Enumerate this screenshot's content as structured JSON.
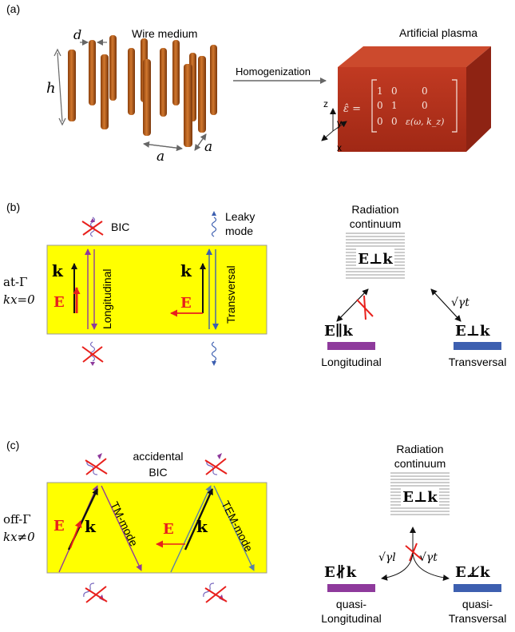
{
  "panel_a": {
    "label": "(a)",
    "wire_medium": "Wire medium",
    "d": "d",
    "h": "h",
    "a": "a",
    "homogenization": "Homogenization",
    "artificial_plasma": "Artificial plasma",
    "eps_hat": "ε̂ =",
    "matrix_row1": [
      "1",
      "0",
      "0"
    ],
    "matrix_row2": [
      "0",
      "1",
      "0"
    ],
    "matrix_row3": [
      "0",
      "0",
      "ε(ω, k_z)"
    ],
    "axis_x": "x",
    "axis_y": "y",
    "axis_z": "z",
    "colors": {
      "wire": "#c06520",
      "cube_front": "#b5301c",
      "cube_top": "#c94a2c",
      "cube_side": "#8e2313"
    }
  },
  "panel_b": {
    "label": "(b)",
    "bic": "BIC",
    "leaky_1": "Leaky",
    "leaky_2": "mode",
    "side_1": "at-Γ",
    "side_2": "kx=0",
    "k": "k",
    "E": "E",
    "longitudinal_vertical": "Longitudinal",
    "transversal_vertical": "Transversal",
    "radiation_1": "Radiation",
    "radiation_2": "continuum",
    "e_perp_k": "E⊥k",
    "e_par_k": "E∥k",
    "sqrt_gamma_t": "√γt",
    "longitudinal": "Longitudinal",
    "transversal": "Transversal",
    "colors": {
      "slab": "#ffff00",
      "longitudinal": "#8e3a9c",
      "transversal": "#3d5fb0",
      "E": "#e8201c"
    }
  },
  "panel_c": {
    "label": "(c)",
    "accidental_1": "accidental",
    "accidental_2": "BIC",
    "side_1": "off-Γ",
    "side_2": "kx≠0",
    "k": "k",
    "E": "E",
    "tm_mode": "TM-mode",
    "tem_mode": "TEM-mode",
    "radiation_1": "Radiation",
    "radiation_2": "continuum",
    "e_perp_k": "E⊥k",
    "e_npar_k": "E∦k",
    "e_nperp_k": "E⊥̸k",
    "sqrt_gamma_l": "√γl",
    "sqrt_gamma_t": "√γt",
    "quasi_1a": "quasi-",
    "quasi_1b": "Longitudinal",
    "quasi_2a": "quasi-",
    "quasi_2b": "Transversal"
  }
}
